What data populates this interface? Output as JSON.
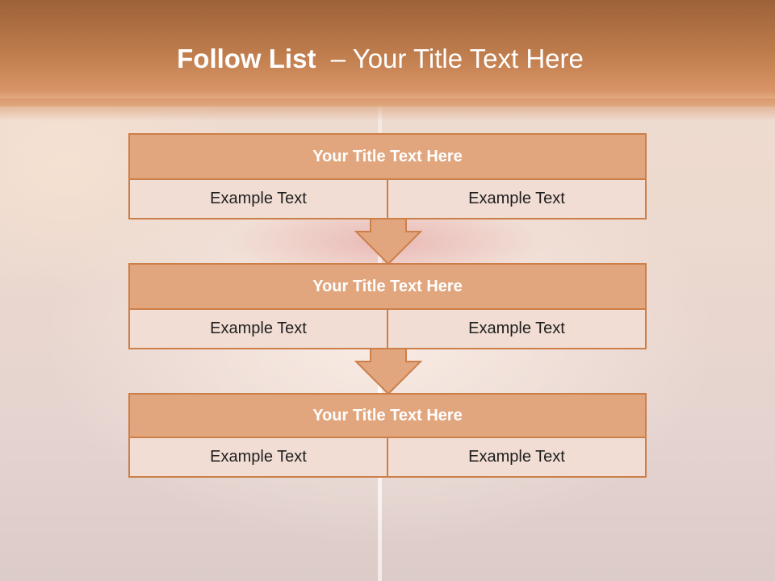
{
  "slide": {
    "title_bold": "Follow List",
    "title_rest": "  – Your Title Text Here"
  },
  "blocks": [
    {
      "title": "Your Title Text Here",
      "left": "Example Text",
      "right": "Example Text"
    },
    {
      "title": "Your Title Text Here",
      "left": "Example Text",
      "right": "Example Text"
    },
    {
      "title": "Your Title Text Here",
      "left": "Example Text",
      "right": "Example Text"
    }
  ],
  "colors": {
    "header": "#c27f4f",
    "block_title_fill": "#e1a67e",
    "cell_fill": "#f1ddd3",
    "border": "#cc7f49"
  },
  "icons": [
    "down-arrow-icon"
  ]
}
